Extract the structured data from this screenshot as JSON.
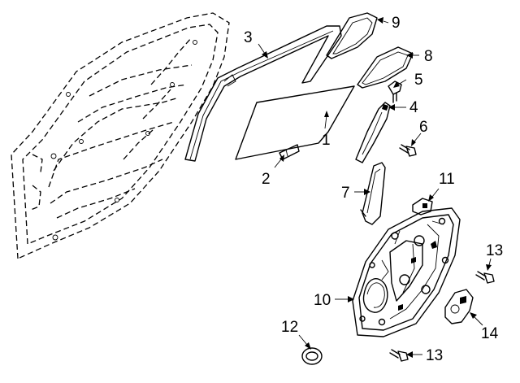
{
  "diagram": {
    "callouts": [
      {
        "id": "c1",
        "text": "1"
      },
      {
        "id": "c2",
        "text": "2"
      },
      {
        "id": "c3",
        "text": "3"
      },
      {
        "id": "c4",
        "text": "4"
      },
      {
        "id": "c5",
        "text": "5"
      },
      {
        "id": "c6",
        "text": "6"
      },
      {
        "id": "c7",
        "text": "7"
      },
      {
        "id": "c8",
        "text": "8"
      },
      {
        "id": "c9",
        "text": "9"
      },
      {
        "id": "c10",
        "text": "10"
      },
      {
        "id": "c11",
        "text": "11"
      },
      {
        "id": "c12",
        "text": "12"
      },
      {
        "id": "c13a",
        "text": "13"
      },
      {
        "id": "c13b",
        "text": "13"
      },
      {
        "id": "c14",
        "text": "14"
      }
    ],
    "colors": {
      "line": "#000000",
      "background": "#ffffff"
    }
  }
}
